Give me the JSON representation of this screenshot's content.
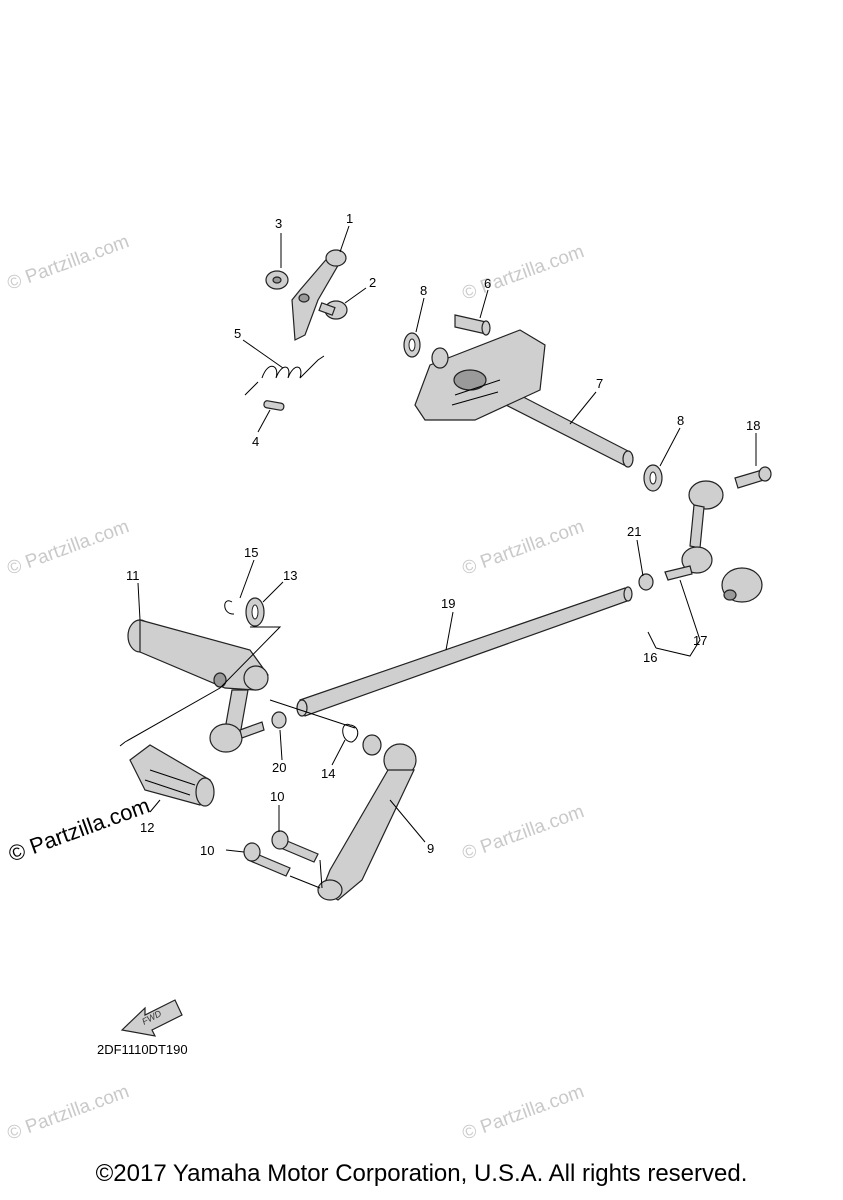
{
  "watermark": "© Partzilla.com",
  "diagram_code": "2DF1110DT190",
  "fwd_label": "FWD",
  "copyright": "©2017 Yamaha Motor Corporation, U.S.A. All rights reserved.",
  "callouts": {
    "c1": "1",
    "c2": "2",
    "c3": "3",
    "c4": "4",
    "c5": "5",
    "c6": "6",
    "c7": "7",
    "c8a": "8",
    "c8b": "8",
    "c9": "9",
    "c10a": "10",
    "c10b": "10",
    "c11": "11",
    "c12": "12",
    "c13": "13",
    "c14": "14",
    "c15": "15",
    "c16": "16",
    "c17": "17",
    "c18": "18",
    "c19": "19",
    "c20": "20",
    "c21": "21"
  }
}
